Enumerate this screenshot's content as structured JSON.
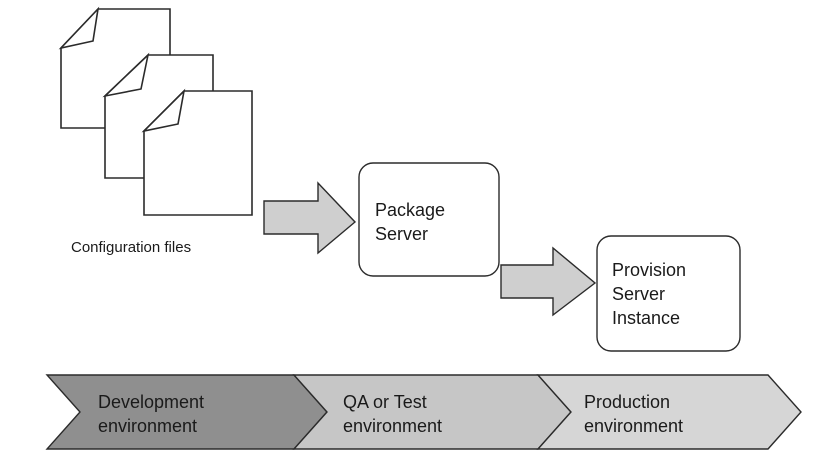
{
  "files_caption": "Configuration files",
  "package_server": {
    "line1": "Package",
    "line2": "Server"
  },
  "provision_server": {
    "line1": "Provision",
    "line2": "Server",
    "line3": "Instance"
  },
  "stages": [
    {
      "line1": "Development",
      "line2": "environment",
      "fill": "#8f8f8f"
    },
    {
      "line1": "QA or Test",
      "line2": "environment",
      "fill": "#c6c6c6"
    },
    {
      "line1": "Production",
      "line2": "environment",
      "fill": "#d6d6d6"
    }
  ],
  "colors": {
    "arrow_fill": "#cfcfcf",
    "stroke": "#2b2b2b"
  }
}
